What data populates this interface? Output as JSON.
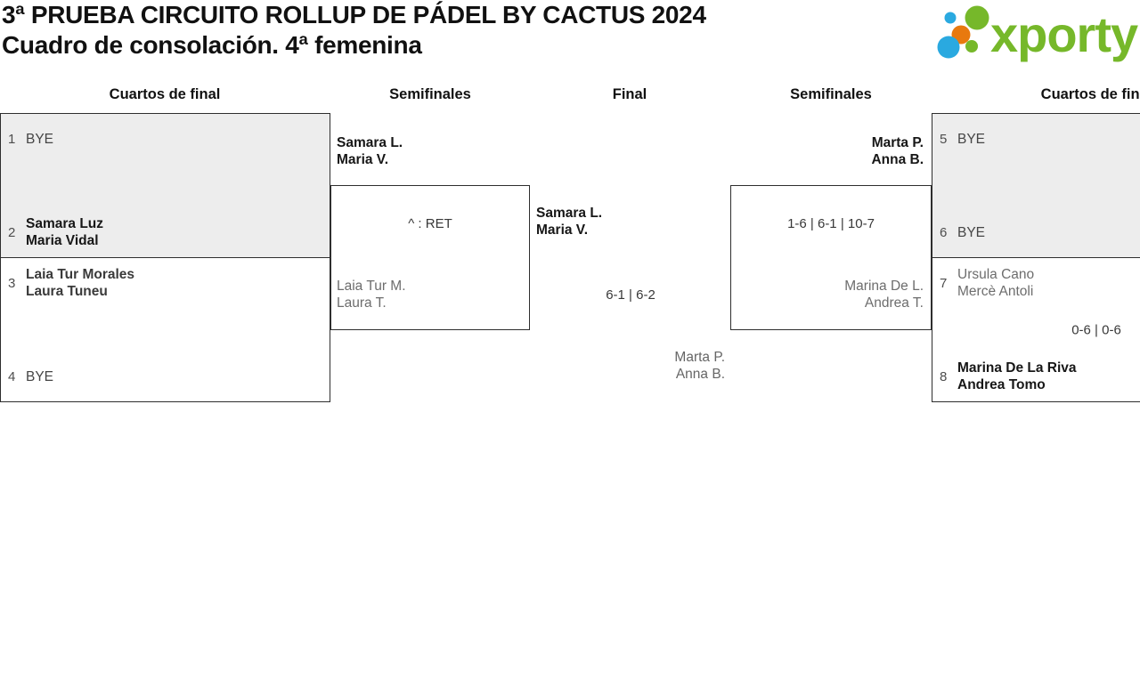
{
  "header": {
    "title": "3ª PRUEBA CIRCUITO ROLLUP DE PÁDEL BY CACTUS 2024",
    "subtitle": "Cuadro de consolación. 4ª femenina",
    "logo_text": "xporty"
  },
  "round_headers": [
    "Cuartos de final",
    "Semifinales",
    "Final",
    "Semifinales",
    "Cuartos de final"
  ],
  "matches": {
    "qf1": {
      "seed_top": "1",
      "team_top": [
        "BYE"
      ],
      "seed_bottom": "2",
      "team_bottom": [
        "Samara Luz",
        "Maria Vidal"
      ]
    },
    "qf2": {
      "seed_top": "3",
      "team_top": [
        "Laia Tur Morales",
        "Laura Tuneu"
      ],
      "seed_bottom": "4",
      "team_bottom": [
        "BYE"
      ]
    },
    "sf1": {
      "team_top": [
        "Samara L.",
        "Maria V."
      ],
      "score": "^ : RET",
      "team_bottom": [
        "Laia Tur M.",
        "Laura T."
      ]
    },
    "final": {
      "team_top": [
        "Samara L.",
        "Maria V."
      ],
      "score": "6-1 | 6-2",
      "team_bottom": [
        "Marta P.",
        "Anna B."
      ]
    },
    "sf2": {
      "team_top": [
        "Marta P.",
        "Anna B."
      ],
      "score": "1-6 | 6-1 | 10-7",
      "team_bottom": [
        "Marina De L.",
        "Andrea T."
      ]
    },
    "qf3": {
      "seed_top": "5",
      "team_top": [
        "BYE"
      ],
      "seed_bottom": "6",
      "team_bottom": [
        "BYE"
      ]
    },
    "qf4": {
      "seed_top": "7",
      "team_top": [
        "Ursula Cano",
        "Mercè Antoli"
      ],
      "score": "0-6 | 0-6",
      "seed_bottom": "8",
      "team_bottom": [
        "Marina De La Riva",
        "Andrea Tomo"
      ]
    }
  },
  "colors": {
    "logo_green": "#76b82a",
    "logo_blue": "#2aa9e0",
    "logo_orange": "#e8790e",
    "bye_match_background": "#ededed",
    "box_border": "#2e2e2e",
    "eliminated_text": "#6d6d6d",
    "winner_text": "#171717"
  }
}
